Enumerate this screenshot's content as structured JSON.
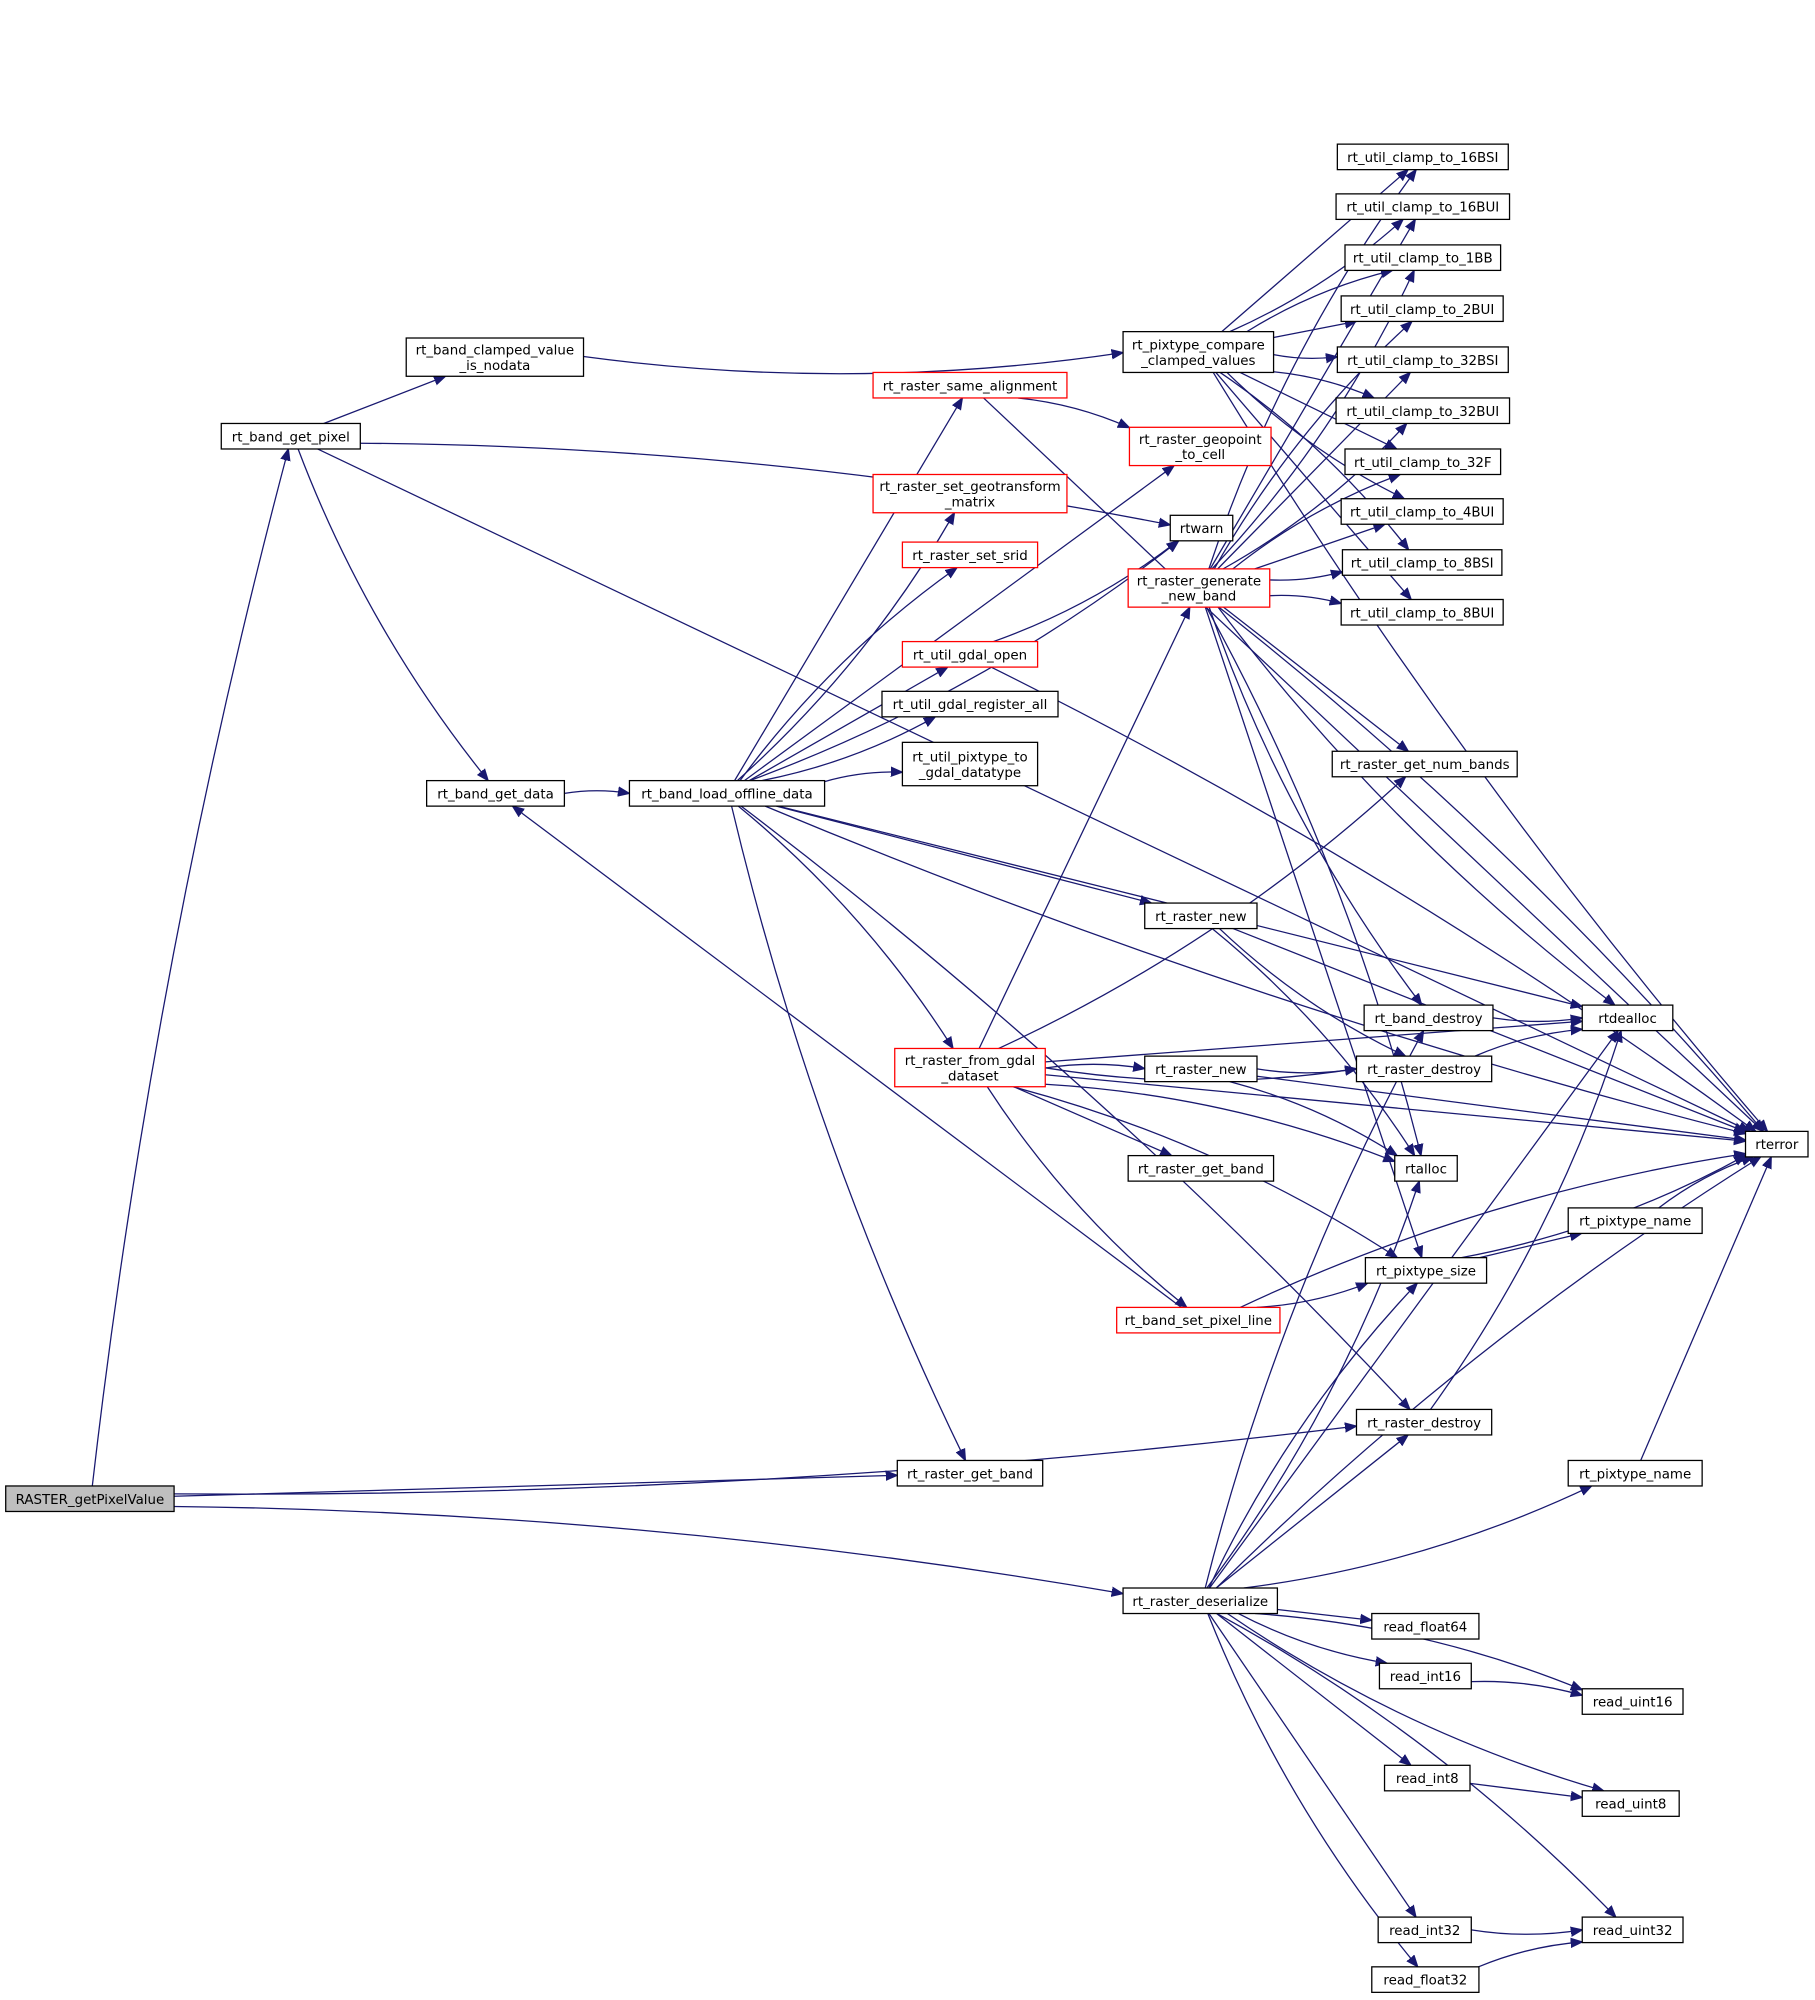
{
  "colors": {
    "edge": "#191970",
    "root_fill": "#bfbfbf",
    "incomplete_border": "#ff0000",
    "node_border": "#000000"
  },
  "nodes": [
    {
      "id": "root",
      "label": "RASTER_getPixelValue",
      "kind": "root"
    },
    {
      "id": "band_get_pixel",
      "label": "rt_band_get_pixel",
      "kind": "normal"
    },
    {
      "id": "clamped_nodata",
      "label": "rt_band_clamped_value\n_is_nodata",
      "kind": "normal"
    },
    {
      "id": "band_get_data",
      "label": "rt_band_get_data",
      "kind": "normal"
    },
    {
      "id": "load_offline",
      "label": "rt_band_load_offline_data",
      "kind": "normal"
    },
    {
      "id": "same_alignment",
      "label": "rt_raster_same_alignment",
      "kind": "red"
    },
    {
      "id": "set_geotransform",
      "label": "rt_raster_set_geotransform\n_matrix",
      "kind": "red"
    },
    {
      "id": "set_srid",
      "label": "rt_raster_set_srid",
      "kind": "red"
    },
    {
      "id": "gdal_open",
      "label": "rt_util_gdal_open",
      "kind": "red"
    },
    {
      "id": "gdal_register",
      "label": "rt_util_gdal_register_all",
      "kind": "normal"
    },
    {
      "id": "pixtype_to_gdal",
      "label": "rt_util_pixtype_to\n_gdal_datatype",
      "kind": "normal"
    },
    {
      "id": "raster_get_band_a",
      "label": "rt_raster_get_band",
      "kind": "normal"
    },
    {
      "id": "from_gdal",
      "label": "rt_raster_from_gdal\n_dataset",
      "kind": "red"
    },
    {
      "id": "pixtype_compare",
      "label": "rt_pixtype_compare\n_clamped_values",
      "kind": "normal"
    },
    {
      "id": "geopoint_to_cell",
      "label": "rt_raster_geopoint\n_to_cell",
      "kind": "red"
    },
    {
      "id": "rtwarn",
      "label": "rtwarn",
      "kind": "normal"
    },
    {
      "id": "generate_new_band",
      "label": "rt_raster_generate\n_new_band",
      "kind": "red"
    },
    {
      "id": "raster_new_a",
      "label": "rt_raster_new",
      "kind": "normal"
    },
    {
      "id": "raster_new_b",
      "label": "rt_raster_new",
      "kind": "normal"
    },
    {
      "id": "raster_get_band_b",
      "label": "rt_raster_get_band",
      "kind": "normal"
    },
    {
      "id": "set_pixel_line",
      "label": "rt_band_set_pixel_line",
      "kind": "red"
    },
    {
      "id": "deserialize",
      "label": "rt_raster_deserialize",
      "kind": "normal"
    },
    {
      "id": "c16bsi",
      "label": "rt_util_clamp_to_16BSI",
      "kind": "normal"
    },
    {
      "id": "c16bui",
      "label": "rt_util_clamp_to_16BUI",
      "kind": "normal"
    },
    {
      "id": "c1bb",
      "label": "rt_util_clamp_to_1BB",
      "kind": "normal"
    },
    {
      "id": "c2bui",
      "label": "rt_util_clamp_to_2BUI",
      "kind": "normal"
    },
    {
      "id": "c32bsi",
      "label": "rt_util_clamp_to_32BSI",
      "kind": "normal"
    },
    {
      "id": "c32bui",
      "label": "rt_util_clamp_to_32BUI",
      "kind": "normal"
    },
    {
      "id": "c32f",
      "label": "rt_util_clamp_to_32F",
      "kind": "normal"
    },
    {
      "id": "c4bui",
      "label": "rt_util_clamp_to_4BUI",
      "kind": "normal"
    },
    {
      "id": "c8bsi",
      "label": "rt_util_clamp_to_8BSI",
      "kind": "normal"
    },
    {
      "id": "c8bui",
      "label": "rt_util_clamp_to_8BUI",
      "kind": "normal"
    },
    {
      "id": "num_bands",
      "label": "rt_raster_get_num_bands",
      "kind": "normal"
    },
    {
      "id": "band_destroy",
      "label": "rt_band_destroy",
      "kind": "normal"
    },
    {
      "id": "raster_destroy_a",
      "label": "rt_raster_destroy",
      "kind": "normal"
    },
    {
      "id": "rtalloc",
      "label": "rtalloc",
      "kind": "normal"
    },
    {
      "id": "pixtype_size",
      "label": "rt_pixtype_size",
      "kind": "normal"
    },
    {
      "id": "raster_destroy_b",
      "label": "rt_raster_destroy",
      "kind": "normal"
    },
    {
      "id": "rtdealloc",
      "label": "rtdealloc",
      "kind": "normal"
    },
    {
      "id": "pixtype_name_a",
      "label": "rt_pixtype_name",
      "kind": "normal"
    },
    {
      "id": "pixtype_name_b",
      "label": "rt_pixtype_name",
      "kind": "normal"
    },
    {
      "id": "rterror",
      "label": "rterror",
      "kind": "normal"
    },
    {
      "id": "read_float64",
      "label": "read_float64",
      "kind": "normal"
    },
    {
      "id": "read_int16",
      "label": "read_int16",
      "kind": "normal"
    },
    {
      "id": "read_uint16",
      "label": "read_uint16",
      "kind": "normal"
    },
    {
      "id": "read_int8",
      "label": "read_int8",
      "kind": "normal"
    },
    {
      "id": "read_uint8",
      "label": "read_uint8",
      "kind": "normal"
    },
    {
      "id": "read_int32",
      "label": "read_int32",
      "kind": "normal"
    },
    {
      "id": "read_uint32",
      "label": "read_uint32",
      "kind": "normal"
    },
    {
      "id": "read_float32",
      "label": "read_float32",
      "kind": "normal"
    }
  ],
  "edges": [
    [
      "root",
      "band_get_pixel"
    ],
    [
      "root",
      "raster_get_band_a"
    ],
    [
      "root",
      "raster_destroy_b"
    ],
    [
      "root",
      "deserialize"
    ],
    [
      "band_get_pixel",
      "clamped_nodata"
    ],
    [
      "band_get_pixel",
      "band_get_data"
    ],
    [
      "band_get_pixel",
      "rtwarn"
    ],
    [
      "band_get_pixel",
      "rterror"
    ],
    [
      "clamped_nodata",
      "pixtype_compare"
    ],
    [
      "band_get_data",
      "load_offline"
    ],
    [
      "load_offline",
      "same_alignment"
    ],
    [
      "load_offline",
      "set_geotransform"
    ],
    [
      "load_offline",
      "set_srid"
    ],
    [
      "load_offline",
      "gdal_open"
    ],
    [
      "load_offline",
      "gdal_register"
    ],
    [
      "load_offline",
      "pixtype_to_gdal"
    ],
    [
      "load_offline",
      "geopoint_to_cell"
    ],
    [
      "load_offline",
      "rtwarn"
    ],
    [
      "load_offline",
      "from_gdal"
    ],
    [
      "load_offline",
      "raster_new_a"
    ],
    [
      "load_offline",
      "raster_get_band_a"
    ],
    [
      "load_offline",
      "raster_destroy_b"
    ],
    [
      "load_offline",
      "rtdealloc"
    ],
    [
      "load_offline",
      "rterror"
    ],
    [
      "same_alignment",
      "geopoint_to_cell"
    ],
    [
      "same_alignment",
      "rterror"
    ],
    [
      "gdal_open",
      "rtwarn"
    ],
    [
      "gdal_open",
      "rterror"
    ],
    [
      "pixtype_compare",
      "c16bsi"
    ],
    [
      "pixtype_compare",
      "c16bui"
    ],
    [
      "pixtype_compare",
      "c1bb"
    ],
    [
      "pixtype_compare",
      "c2bui"
    ],
    [
      "pixtype_compare",
      "c32bsi"
    ],
    [
      "pixtype_compare",
      "c32bui"
    ],
    [
      "pixtype_compare",
      "c32f"
    ],
    [
      "pixtype_compare",
      "c4bui"
    ],
    [
      "pixtype_compare",
      "c8bsi"
    ],
    [
      "pixtype_compare",
      "c8bui"
    ],
    [
      "pixtype_compare",
      "rterror"
    ],
    [
      "generate_new_band",
      "c16bsi"
    ],
    [
      "generate_new_band",
      "c16bui"
    ],
    [
      "generate_new_band",
      "c1bb"
    ],
    [
      "generate_new_band",
      "c2bui"
    ],
    [
      "generate_new_band",
      "c32bsi"
    ],
    [
      "generate_new_band",
      "c32bui"
    ],
    [
      "generate_new_band",
      "c32f"
    ],
    [
      "generate_new_band",
      "c4bui"
    ],
    [
      "generate_new_band",
      "c8bsi"
    ],
    [
      "generate_new_band",
      "c8bui"
    ],
    [
      "generate_new_band",
      "num_bands"
    ],
    [
      "generate_new_band",
      "band_destroy"
    ],
    [
      "generate_new_band",
      "rtalloc"
    ],
    [
      "generate_new_band",
      "pixtype_size"
    ],
    [
      "generate_new_band",
      "rtdealloc"
    ],
    [
      "generate_new_band",
      "rterror"
    ],
    [
      "from_gdal",
      "generate_new_band"
    ],
    [
      "from_gdal",
      "num_bands"
    ],
    [
      "from_gdal",
      "raster_new_b"
    ],
    [
      "from_gdal",
      "rtdealloc"
    ],
    [
      "from_gdal",
      "raster_destroy_a"
    ],
    [
      "from_gdal",
      "rtalloc"
    ],
    [
      "from_gdal",
      "raster_get_band_b"
    ],
    [
      "from_gdal",
      "set_pixel_line"
    ],
    [
      "from_gdal",
      "pixtype_size"
    ],
    [
      "from_gdal",
      "rterror"
    ],
    [
      "raster_new_a",
      "raster_destroy_a"
    ],
    [
      "raster_new_a",
      "rtalloc"
    ],
    [
      "raster_new_a",
      "rterror"
    ],
    [
      "raster_new_b",
      "raster_destroy_a"
    ],
    [
      "raster_new_b",
      "rtalloc"
    ],
    [
      "raster_new_b",
      "rterror"
    ],
    [
      "band_destroy",
      "rtdealloc"
    ],
    [
      "raster_destroy_a",
      "rtdealloc"
    ],
    [
      "set_pixel_line",
      "band_get_data"
    ],
    [
      "set_pixel_line",
      "pixtype_size"
    ],
    [
      "set_pixel_line",
      "rterror"
    ],
    [
      "pixtype_size",
      "pixtype_name_a"
    ],
    [
      "pixtype_size",
      "rterror"
    ],
    [
      "pixtype_name_a",
      "rterror"
    ],
    [
      "pixtype_name_b",
      "rterror"
    ],
    [
      "raster_destroy_b",
      "rtdealloc"
    ],
    [
      "deserialize",
      "band_destroy"
    ],
    [
      "deserialize",
      "raster_destroy_b"
    ],
    [
      "deserialize",
      "rtalloc"
    ],
    [
      "deserialize",
      "pixtype_size"
    ],
    [
      "deserialize",
      "rtdealloc"
    ],
    [
      "deserialize",
      "pixtype_name_b"
    ],
    [
      "deserialize",
      "rterror"
    ],
    [
      "deserialize",
      "read_float64"
    ],
    [
      "deserialize",
      "read_int16"
    ],
    [
      "deserialize",
      "read_uint16"
    ],
    [
      "deserialize",
      "read_int8"
    ],
    [
      "deserialize",
      "read_uint8"
    ],
    [
      "deserialize",
      "read_uint32"
    ],
    [
      "deserialize",
      "read_int32"
    ],
    [
      "deserialize",
      "read_float32"
    ],
    [
      "read_int16",
      "read_uint16"
    ],
    [
      "read_int8",
      "read_uint8"
    ],
    [
      "read_int32",
      "read_uint32"
    ],
    [
      "read_float32",
      "read_uint32"
    ]
  ]
}
